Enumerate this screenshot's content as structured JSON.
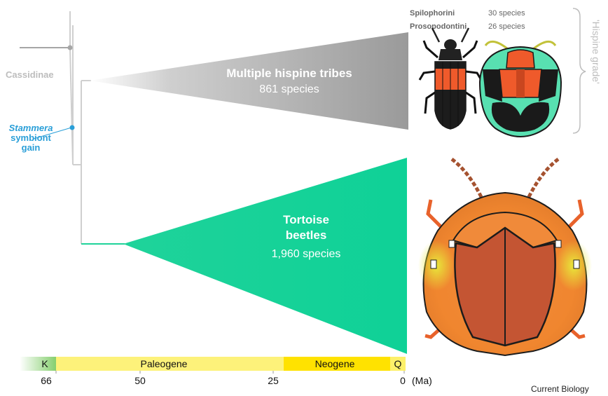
{
  "tree": {
    "root_label": "Cassidinae",
    "symbiont": {
      "line1": "Stammera",
      "line2": "symbiont",
      "line3": "gain"
    },
    "tribes": [
      {
        "name": "Spilophorini",
        "count": "30 species"
      },
      {
        "name": "Prosopodontini",
        "count": "26 species"
      }
    ],
    "hispine_clade": {
      "title": "Multiple hispine tribes",
      "count": "861 species"
    },
    "tortoise_clade": {
      "line1": "Tortoise",
      "line2": "beetles",
      "count": "1,960 species"
    },
    "grade_label": "'Hispine grade'"
  },
  "timescale": {
    "periods": [
      "K",
      "Paleogene",
      "Neogene",
      "Q"
    ],
    "ticks": [
      "66",
      "50",
      "25",
      "0"
    ],
    "unit": "(Ma)"
  },
  "credit": "Current Biology",
  "colors": {
    "tree_line": "#a6a6a6",
    "hispine_wedge": "#a3a3a3",
    "tortoise_wedge": "#1fd39a",
    "symbiont_blue": "#2a9fd8",
    "paleogene": "#fdf27a",
    "neogene": "#ffe200",
    "cretaceous": "#8fd17c"
  },
  "icons": [
    "hispine-beetle-icon",
    "hispine-tortoise-like-beetle-icon",
    "tortoise-beetle-icon"
  ]
}
